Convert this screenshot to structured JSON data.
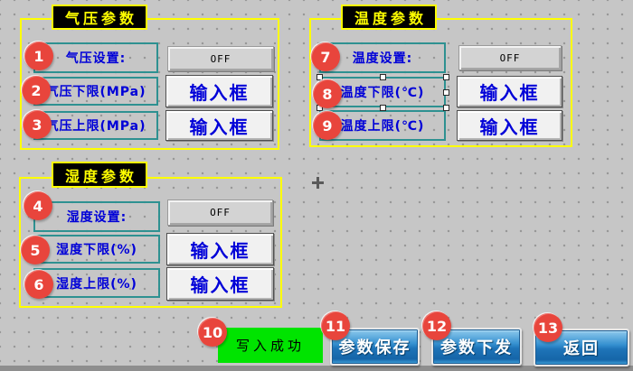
{
  "colors": {
    "canvas_bg": "#c6c6c6",
    "group_border_yellow": "#ffff00",
    "title_bg": "#000000",
    "label_border_teal": "#2e9191",
    "label_text_blue": "#0000d8",
    "badge_red": "#e8453c",
    "status_green": "#00e400",
    "button_blue": "#2e86c8"
  },
  "groups": [
    {
      "title": "气压参数",
      "rows": [
        {
          "badge": "1",
          "label": "气压设置:",
          "control": "OFF"
        },
        {
          "badge": "2",
          "label": "气压下限(MPa)",
          "control": "输入框"
        },
        {
          "badge": "3",
          "label": "气压上限(MPa)",
          "control": "输入框"
        }
      ]
    },
    {
      "title": "温度参数",
      "rows": [
        {
          "badge": "7",
          "label": "温度设置:",
          "control": "OFF"
        },
        {
          "badge": "8",
          "label": "温度下限(℃)",
          "control": "输入框"
        },
        {
          "badge": "9",
          "label": "温度上限(℃)",
          "control": "输入框"
        }
      ]
    },
    {
      "title": "湿度参数",
      "rows": [
        {
          "badge": "4",
          "label": "湿度设置:",
          "control": "OFF"
        },
        {
          "badge": "5",
          "label": "湿度下限(%)",
          "control": "输入框"
        },
        {
          "badge": "6",
          "label": "湿度上限(%)",
          "control": "输入框"
        }
      ]
    }
  ],
  "footer": {
    "status": {
      "badge": "10",
      "text": "写入成功"
    },
    "buttons": [
      {
        "badge": "11",
        "label": "参数保存"
      },
      {
        "badge": "12",
        "label": "参数下发"
      },
      {
        "badge": "13",
        "label": "返回"
      }
    ]
  }
}
